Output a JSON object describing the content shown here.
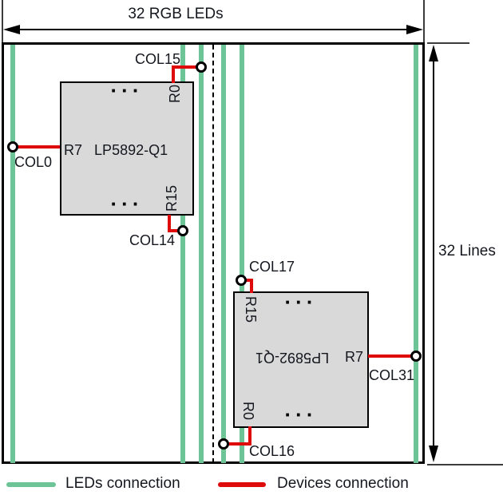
{
  "diagram": {
    "top_dimension_label": "32 RGB LEDs",
    "right_dimension_label": "32 Lines",
    "ellipsis": "···"
  },
  "device1": {
    "name": "LP5892-Q1",
    "pin_r7": "R7",
    "pin_r0": "R0",
    "pin_r15": "R15"
  },
  "device2": {
    "name": "LP5892-Q1",
    "pin_r7": "R7",
    "pin_r0": "R0",
    "pin_r15": "R15"
  },
  "columns": {
    "col0": "COL0",
    "col14": "COL14",
    "col15": "COL15",
    "col16": "COL16",
    "col17": "COL17",
    "col31": "COL31"
  },
  "legend": {
    "leds_label": "LEDs connection",
    "devices_label": "Devices connection",
    "leds_color": "#6DC497",
    "devices_color": "#DF0B0B"
  }
}
